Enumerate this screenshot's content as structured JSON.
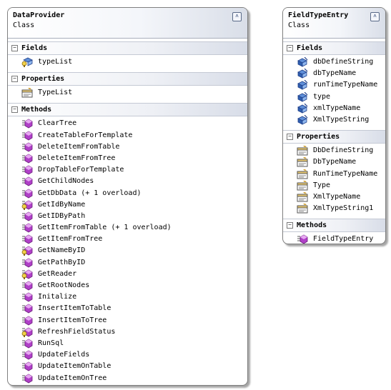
{
  "classes": [
    {
      "name": "DataProvider",
      "stereotype": "Class",
      "collapse_glyph": "˄",
      "sections": {
        "fields": {
          "label": "Fields",
          "items": [
            {
              "name": "typeList",
              "icon": "field-protected-icon"
            }
          ]
        },
        "properties": {
          "label": "Properties",
          "items": [
            {
              "name": "TypeList",
              "icon": "property-icon"
            }
          ]
        },
        "methods": {
          "label": "Methods",
          "items": [
            {
              "name": "ClearTree",
              "icon": "method-icon"
            },
            {
              "name": "CreateTableForTemplate",
              "icon": "method-icon"
            },
            {
              "name": "DeleteItemFromTable",
              "icon": "method-icon"
            },
            {
              "name": "DeleteItemFromTree",
              "icon": "method-icon"
            },
            {
              "name": "DropTableForTemplate",
              "icon": "method-icon"
            },
            {
              "name": "GetChildNodes",
              "icon": "method-icon"
            },
            {
              "name": "GetDbData (+ 1 overload)",
              "icon": "method-icon"
            },
            {
              "name": "GetIdByName",
              "icon": "method-protected-icon"
            },
            {
              "name": "GetIDByPath",
              "icon": "method-icon"
            },
            {
              "name": "GetItemFromTable (+ 1 overload)",
              "icon": "method-icon"
            },
            {
              "name": "GetItemFromTree",
              "icon": "method-icon"
            },
            {
              "name": "GetNameByID",
              "icon": "method-protected-icon"
            },
            {
              "name": "GetPathByID",
              "icon": "method-icon"
            },
            {
              "name": "GetReader",
              "icon": "method-protected-icon"
            },
            {
              "name": "GetRootNodes",
              "icon": "method-icon"
            },
            {
              "name": "Initalize",
              "icon": "method-icon"
            },
            {
              "name": "InsertItemToTable",
              "icon": "method-icon"
            },
            {
              "name": "InsertItemToTree",
              "icon": "method-icon"
            },
            {
              "name": "RefreshFieldStatus",
              "icon": "method-protected-icon"
            },
            {
              "name": "RunSql",
              "icon": "method-icon"
            },
            {
              "name": "UpdateFields",
              "icon": "method-icon"
            },
            {
              "name": "UpdateItemOnTable",
              "icon": "method-icon"
            },
            {
              "name": "UpdateItemOnTree",
              "icon": "method-icon"
            }
          ]
        }
      }
    },
    {
      "name": "FieldTypeEntry",
      "stereotype": "Class",
      "collapse_glyph": "˄",
      "sections": {
        "fields": {
          "label": "Fields",
          "items": [
            {
              "name": "dbDefineString",
              "icon": "field-icon"
            },
            {
              "name": "dbTypeName",
              "icon": "field-icon"
            },
            {
              "name": "runTimeTypeName",
              "icon": "field-icon"
            },
            {
              "name": "type",
              "icon": "field-icon"
            },
            {
              "name": "xmlTypeName",
              "icon": "field-icon"
            },
            {
              "name": "XmlTypeString",
              "icon": "field-icon"
            }
          ]
        },
        "properties": {
          "label": "Properties",
          "items": [
            {
              "name": "DbDefineString",
              "icon": "property-icon"
            },
            {
              "name": "DbTypeName",
              "icon": "property-icon"
            },
            {
              "name": "RunTimeTypeName",
              "icon": "property-icon"
            },
            {
              "name": "Type",
              "icon": "property-icon"
            },
            {
              "name": "XmlTypeName",
              "icon": "property-icon"
            },
            {
              "name": "XmlTypeString1",
              "icon": "property-icon"
            }
          ]
        },
        "methods": {
          "label": "Methods",
          "items": [
            {
              "name": "FieldTypeEntry",
              "icon": "method-icon"
            }
          ]
        }
      }
    }
  ],
  "section_toggle_glyph": "−"
}
